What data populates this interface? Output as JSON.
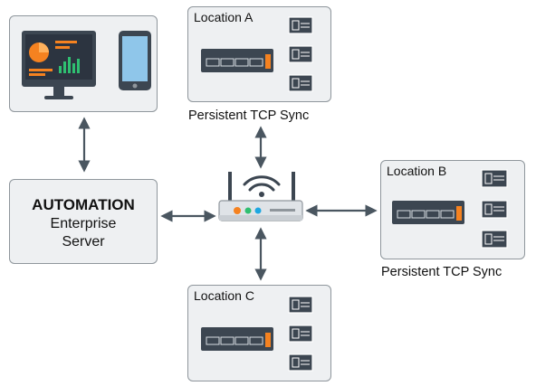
{
  "server": {
    "title": "AUTOMATION",
    "line2": "Enterprise",
    "line3": "Server"
  },
  "locations": [
    {
      "id": "a",
      "title": "Location A",
      "caption": "Persistent TCP Sync"
    },
    {
      "id": "b",
      "title": "Location B",
      "caption": "Persistent TCP Sync"
    },
    {
      "id": "c",
      "title": "Location C",
      "caption": ""
    }
  ],
  "icons": {
    "client_devices": [
      "monitor-dashboard-icon",
      "smartphone-icon"
    ],
    "hub": "wifi-router-icon",
    "location_devices": [
      "network-switch-icon",
      "terminal-device-icon"
    ]
  },
  "colors": {
    "box_fill": "#eef0f2",
    "box_border": "#8f969c",
    "arrow": "#4a5660",
    "device_dark": "#3c4651",
    "accent_orange": "#f58220",
    "accent_green": "#2fbf71",
    "accent_blue": "#1ea7e1"
  }
}
